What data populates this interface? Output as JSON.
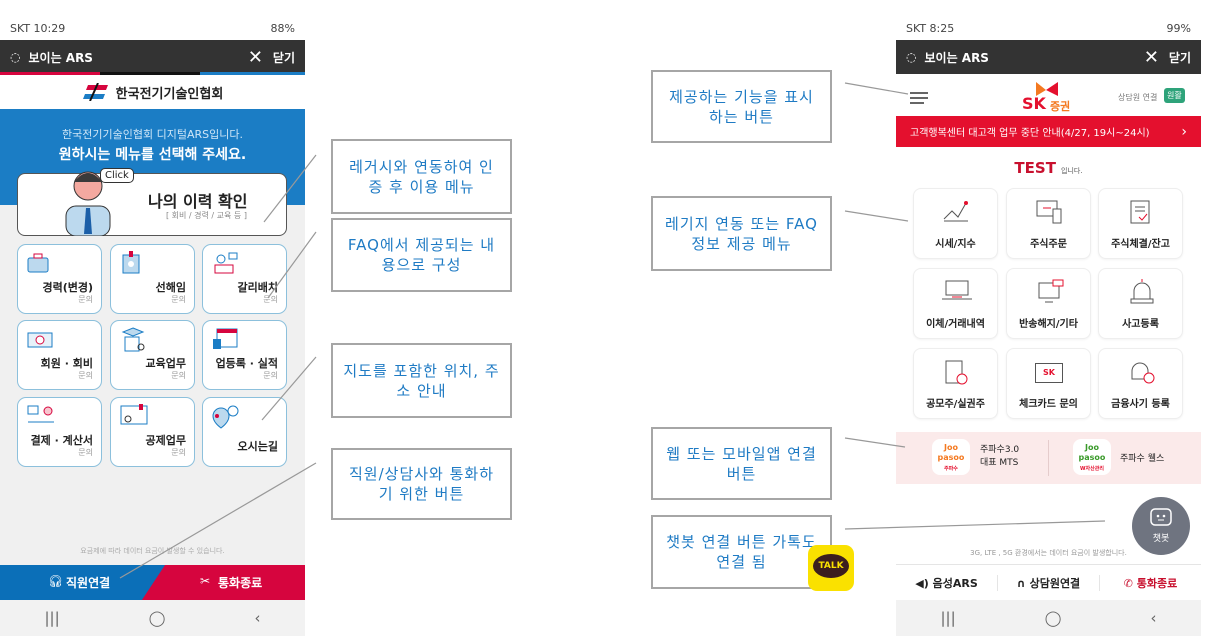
{
  "left_phone": {
    "status": {
      "carrier_time": "SKT 10:29",
      "battery": "88%"
    },
    "header": {
      "title": "보이는 ARS",
      "close": "닫기"
    },
    "org_name": "한국전기기술인협회",
    "welcome": "한국전기기술인협회 디지털ARS입니다.",
    "prompt": "원하시는 메뉴를 선택해 주세요.",
    "history_card": {
      "bubble": "Click",
      "title": "나의 이력 확인",
      "subtitle": "[ 회비 / 경력 / 교육 등 ]"
    },
    "menu": [
      {
        "label": "경력(변경)",
        "sub": "문의"
      },
      {
        "label": "선해임",
        "sub": "문의"
      },
      {
        "label": "갈리배치",
        "sub": "문의"
      },
      {
        "label": "회원 · 회비",
        "sub": "문의"
      },
      {
        "label": "교육업무",
        "sub": "문의"
      },
      {
        "label": "업등록 · 실적",
        "sub": "문의"
      },
      {
        "label": "결제 · 계산서",
        "sub": "문의"
      },
      {
        "label": "공제업무",
        "sub": "문의"
      },
      {
        "label": "오시는길",
        "sub": ""
      }
    ],
    "data_note": "요금제에 따라 데이터 요금이 발생할 수 있습니다.",
    "agent_button": "직원연결",
    "end_button": "통화종료"
  },
  "right_phone": {
    "status": {
      "carrier_time": "SKT 8:25",
      "battery": "99%"
    },
    "header": {
      "title": "보이는 ARS",
      "close": "닫기"
    },
    "brand": {
      "sk": "SK",
      "name": "증권"
    },
    "agent_status": {
      "label": "상담원 연결",
      "badge": "원활"
    },
    "banner": "고객행복센터 대고객 업무 중단 안내(4/27, 19시~24시)",
    "greeting": {
      "name": "TEST",
      "suffix": "입니다."
    },
    "menu": [
      "시세/지수",
      "주식주문",
      "주식체결/잔고",
      "이체/거래내역",
      "반송해지/기타",
      "사고등록",
      "공모주/실권주",
      "체크카드 문의",
      "금융사기 등록"
    ],
    "card_logo": "SK",
    "apps": [
      {
        "logo": "Joo pasoo",
        "logo_sub": "주파수",
        "line1": "주파수3.0",
        "line2": "대표 MTS"
      },
      {
        "logo": "Joo pasoo",
        "logo_sub": "W자산관리",
        "line1": "주파수 웰스",
        "line2": ""
      }
    ],
    "chatbot": "챗봇",
    "data_note": "3G, LTE , 5G 환경에서는 데이터 요금이 발생합니다.",
    "bottom": [
      "음성ARS",
      "상담원연결",
      "통화종료"
    ]
  },
  "annotations": {
    "left": [
      "레거시와 연동하여 인증 후 이용 메뉴",
      "FAQ에서 제공되는 내용으로 구성",
      "지도를 포함한 위치, 주소 안내",
      "직원/상담사와 통화하기 위한 버튼"
    ],
    "right": [
      "제공하는 기능을 표시하는 버튼",
      "레기지 연동 또는 FAQ정보 제공 메뉴",
      "웹 또는 모바일앱 연결 버튼",
      "챗봇 연결 버튼 가톡도 연결 됨"
    ],
    "kakao": "TALK"
  },
  "colors": {
    "kea_blue": "#1b7dc5",
    "kea_red": "#d6053e",
    "sk_red": "#e4102e",
    "sk_orange": "#f47920",
    "note_blue": "#1f7bc4"
  }
}
